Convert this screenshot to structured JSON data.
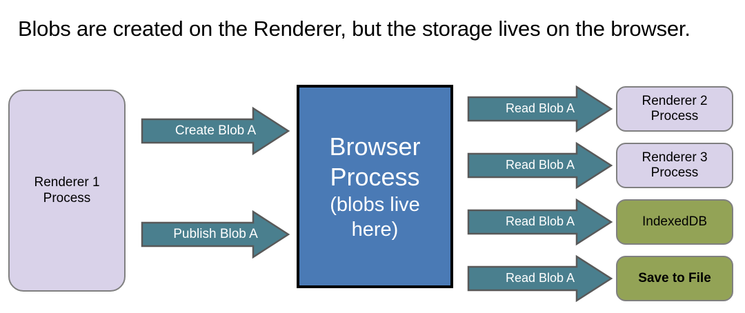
{
  "slide": {
    "title": "Blobs are created on the Renderer, but the storage lives on the browser."
  },
  "nodes": {
    "renderer1": {
      "label": "Renderer 1\nProcess",
      "line1": "Renderer 1",
      "line2": "Process",
      "fill": "#d9d2e9",
      "border": "#808080"
    },
    "browser": {
      "line1": "Browser",
      "line2": "Process",
      "line3": "(blobs live",
      "line4": "here)",
      "fill": "#4a7ab5",
      "border": "#000000"
    },
    "renderer2": {
      "line1": "Renderer 2",
      "line2": "Process",
      "fill": "#d9d2e9"
    },
    "renderer3": {
      "line1": "Renderer 3",
      "line2": "Process",
      "fill": "#d9d2e9"
    },
    "indexeddb": {
      "line1": "IndexedDB",
      "fill": "#93a356"
    },
    "savetofile": {
      "line1": "Save to File",
      "fill": "#93a356"
    }
  },
  "arrows": {
    "create": {
      "label": "Create Blob A",
      "fill": "#4a7f8e",
      "border": "#595959"
    },
    "publish": {
      "label": "Publish Blob A",
      "fill": "#4a7f8e",
      "border": "#595959"
    },
    "read1": {
      "label": "Read Blob A",
      "fill": "#4a7f8e",
      "border": "#595959"
    },
    "read2": {
      "label": "Read Blob A",
      "fill": "#4a7f8e",
      "border": "#595959"
    },
    "read3": {
      "label": "Read Blob A",
      "fill": "#4a7f8e",
      "border": "#595959"
    },
    "read4": {
      "label": "Read Blob A",
      "fill": "#4a7f8e",
      "border": "#595959"
    }
  },
  "colors": {
    "background": "#ffffff",
    "text": "#000000",
    "arrow_teal": "#4a7f8e",
    "browser_blue": "#4a7ab5",
    "lavender": "#d9d2e9",
    "olive": "#93a356"
  }
}
